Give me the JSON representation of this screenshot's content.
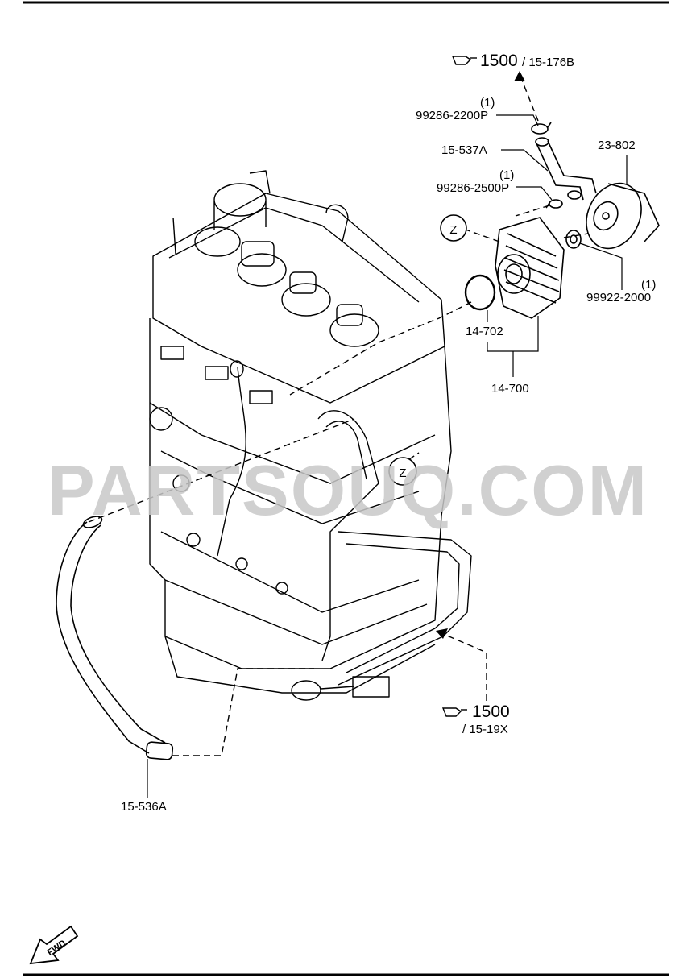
{
  "labels": {
    "ref_top_main": "1500",
    "ref_top_sub": "/ 15-176B",
    "clamp_top_qty": "(1)",
    "clamp_top_part": "99286-2200P",
    "hose_upper": "15-537A",
    "filter": "23-802",
    "clamp_mid_qty": "(1)",
    "clamp_mid_part": "99286-2500P",
    "nut_qty": "(1)",
    "nut_part": "99922-2000",
    "oring": "14-702",
    "cooler": "14-700",
    "ref_bot_main": "1500",
    "ref_bot_sub": "/ 15-19X",
    "hose_lower": "15-536A",
    "marker_z": "Z",
    "fwd": "FWD"
  },
  "watermark": "PARTSOUQ.COM"
}
